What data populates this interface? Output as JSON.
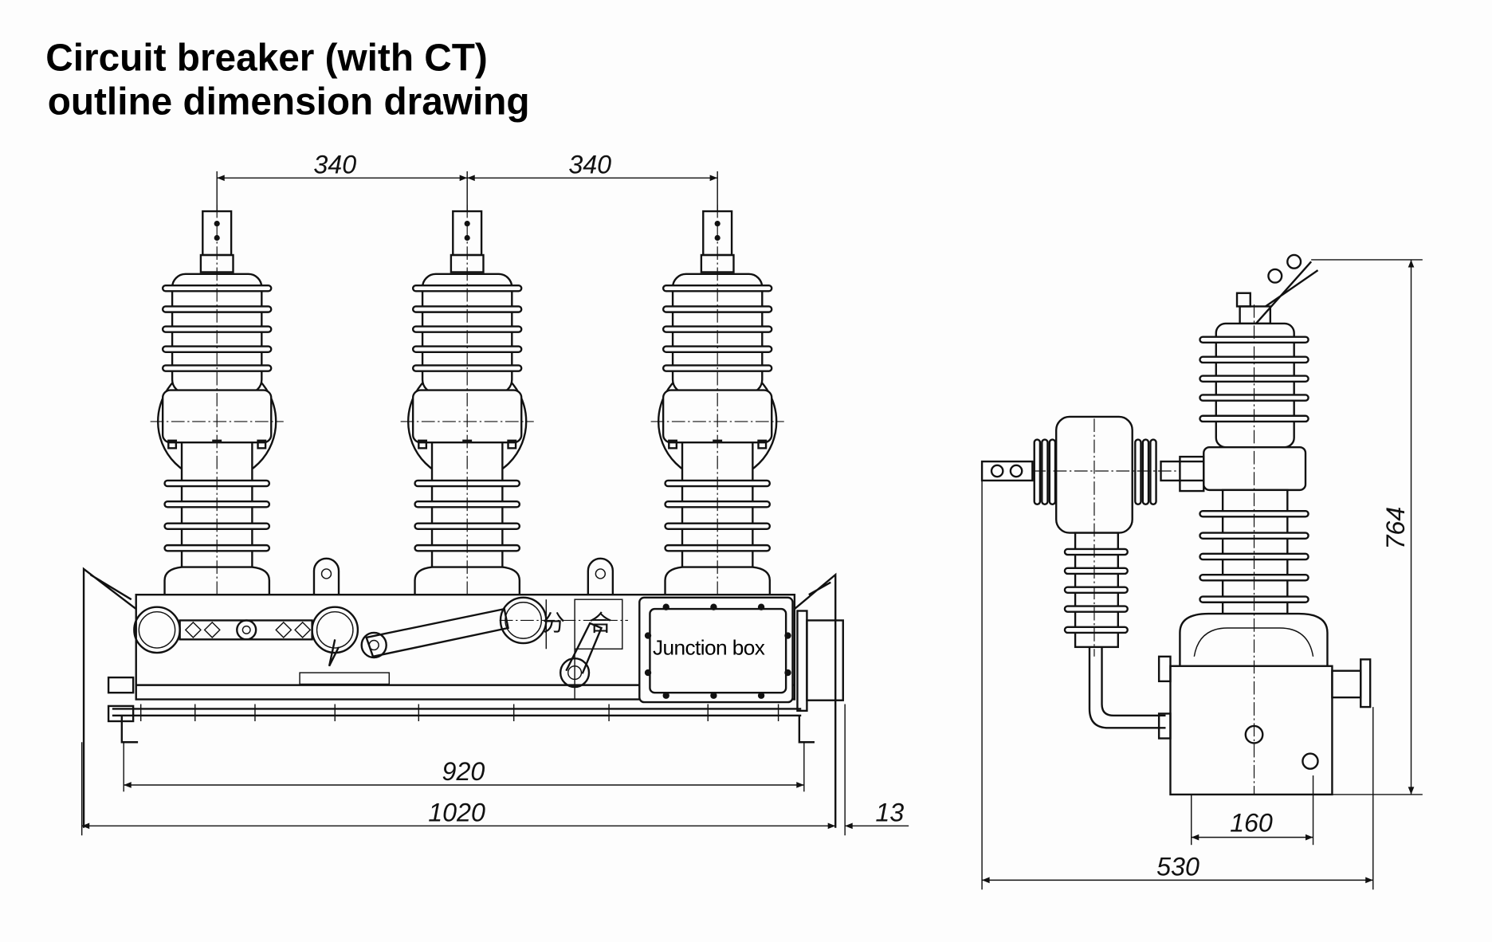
{
  "title": {
    "line1": "Circuit breaker (with CT)",
    "line2": "outline dimension drawing"
  },
  "front_view": {
    "dimensions": {
      "pole_spacing_left": "340",
      "pole_spacing_right": "340",
      "mounting_width": "920",
      "overall_width": "1020",
      "bracket_offset": "13"
    },
    "labels": {
      "junction_box": "Junction box",
      "open_indicator": "分",
      "close_indicator": "合"
    }
  },
  "side_view": {
    "dimensions": {
      "overall_height": "764",
      "base_width": "160",
      "overall_depth": "530"
    }
  }
}
